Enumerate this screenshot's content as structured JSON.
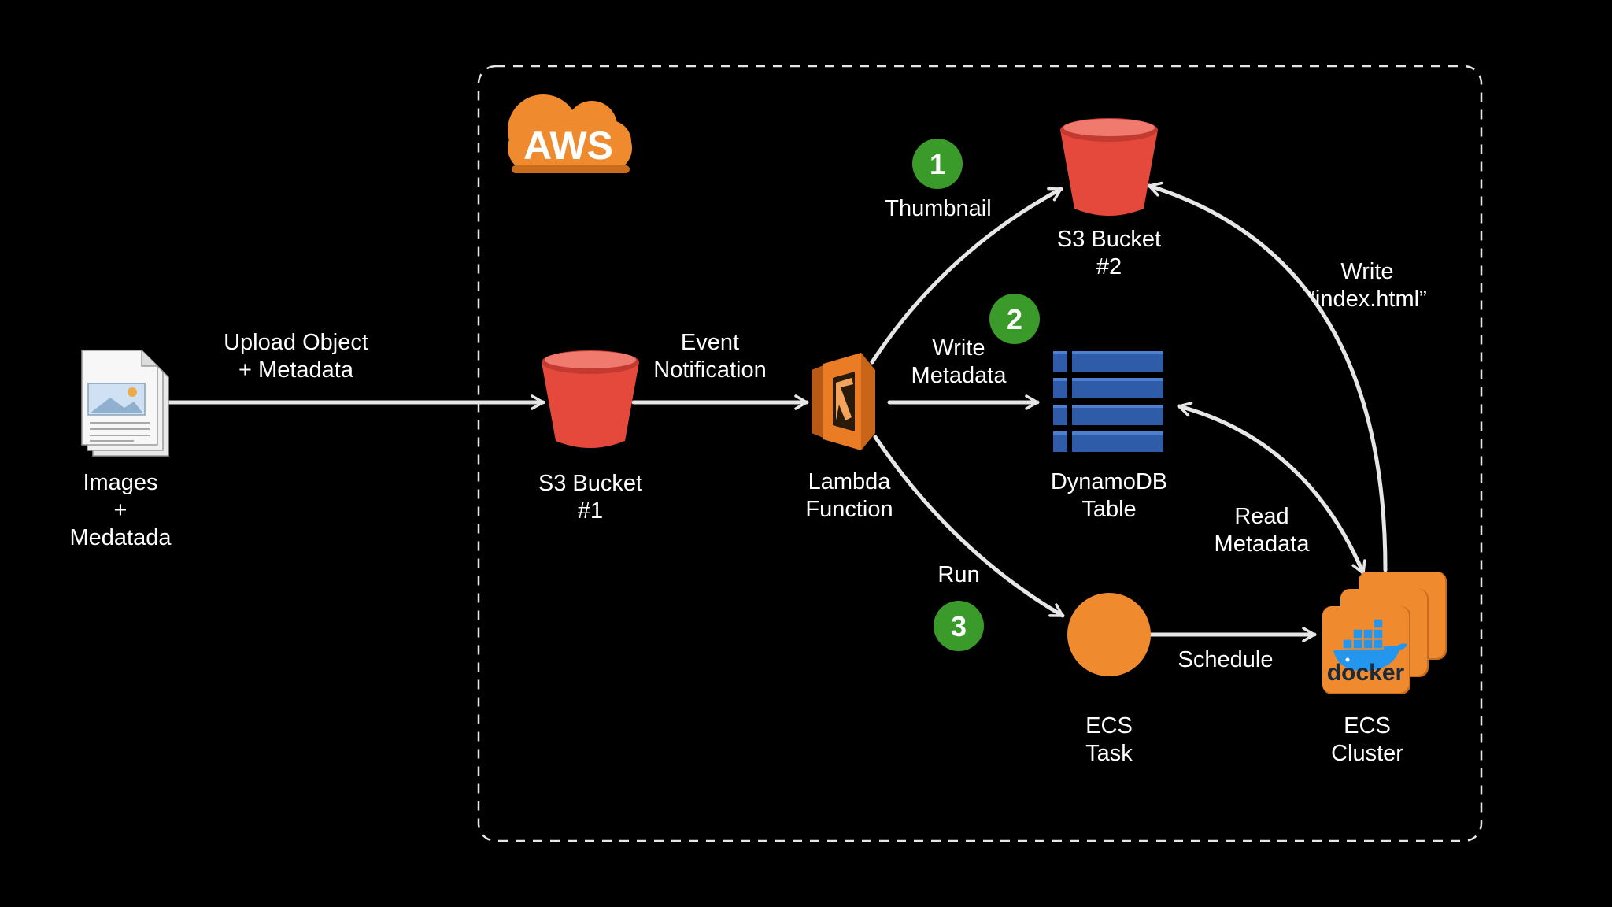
{
  "colors": {
    "background": "#000000",
    "bucket_red": "#e4493c",
    "bucket_rim": "#c43a30",
    "aws_orange": "#f08a2e",
    "lambda_orange": "#ea7c25",
    "dynamo_blue": "#2e5ca8",
    "badge_green": "#3a9a2a",
    "docker_blue": "#2496ed",
    "line_light": "#e6e6e6"
  },
  "aws_logo": {
    "text": "AWS",
    "icon": "aws-cloud-icon"
  },
  "nodes": {
    "images": {
      "label": "Images\n+\nMedatada",
      "icon": "document-stack-icon"
    },
    "s3_bucket_1": {
      "label": "S3 Bucket\n#1",
      "icon": "s3-bucket-icon"
    },
    "lambda": {
      "label": "Lambda\nFunction",
      "icon": "lambda-icon"
    },
    "s3_bucket_2": {
      "label": "S3 Bucket\n#2",
      "icon": "s3-bucket-icon"
    },
    "dynamodb": {
      "label": "DynamoDB\nTable",
      "icon": "dynamodb-table-icon"
    },
    "ecs_task": {
      "label": "ECS\nTask",
      "icon": "ecs-task-icon"
    },
    "ecs_cluster": {
      "label": "ECS\nCluster",
      "icon": "docker-icon",
      "brand": "docker"
    }
  },
  "edges": {
    "upload": "Upload Object\n+ Metadata",
    "event": "Event\nNotification",
    "thumbnail": "Thumbnail",
    "write_metadata": "Write\nMetadata",
    "run": "Run",
    "schedule": "Schedule",
    "read_metadata": "Read\nMetadata",
    "write_index": "Write\n“index.html”"
  },
  "badges": [
    "1",
    "2",
    "3"
  ]
}
